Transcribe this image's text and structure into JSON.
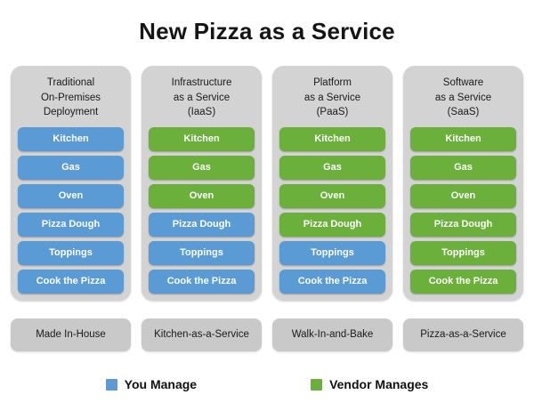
{
  "title": "New Pizza as a Service",
  "colors": {
    "you_manage": "#5b9bd5",
    "vendor_manages": "#6cb03c",
    "panel_background": "#d3d3d3",
    "footer_background": "#c9c9c9",
    "page_background": "#ffffff",
    "text": "#1a1a1a"
  },
  "columns": [
    {
      "title_lines": [
        "Traditional",
        "On-Premises",
        "Deployment"
      ],
      "items": [
        {
          "label": "Kitchen",
          "owner": "blue"
        },
        {
          "label": "Gas",
          "owner": "blue"
        },
        {
          "label": "Oven",
          "owner": "blue"
        },
        {
          "label": "Pizza Dough",
          "owner": "blue"
        },
        {
          "label": "Toppings",
          "owner": "blue"
        },
        {
          "label": "Cook the Pizza",
          "owner": "blue"
        }
      ],
      "footer": "Made In-House"
    },
    {
      "title_lines": [
        "Infrastructure",
        "as a Service",
        "(IaaS)"
      ],
      "items": [
        {
          "label": "Kitchen",
          "owner": "green"
        },
        {
          "label": "Gas",
          "owner": "green"
        },
        {
          "label": "Oven",
          "owner": "green"
        },
        {
          "label": "Pizza Dough",
          "owner": "blue"
        },
        {
          "label": "Toppings",
          "owner": "blue"
        },
        {
          "label": "Cook the Pizza",
          "owner": "blue"
        }
      ],
      "footer": "Kitchen-as-a-Service"
    },
    {
      "title_lines": [
        "Platform",
        "as a Service",
        "(PaaS)"
      ],
      "items": [
        {
          "label": "Kitchen",
          "owner": "green"
        },
        {
          "label": "Gas",
          "owner": "green"
        },
        {
          "label": "Oven",
          "owner": "green"
        },
        {
          "label": "Pizza Dough",
          "owner": "green"
        },
        {
          "label": "Toppings",
          "owner": "blue"
        },
        {
          "label": "Cook the Pizza",
          "owner": "blue"
        }
      ],
      "footer": "Walk-In-and-Bake"
    },
    {
      "title_lines": [
        "Software",
        "as a Service",
        "(SaaS)"
      ],
      "items": [
        {
          "label": "Kitchen",
          "owner": "green"
        },
        {
          "label": "Gas",
          "owner": "green"
        },
        {
          "label": "Oven",
          "owner": "green"
        },
        {
          "label": "Pizza Dough",
          "owner": "green"
        },
        {
          "label": "Toppings",
          "owner": "green"
        },
        {
          "label": "Cook the Pizza",
          "owner": "green"
        }
      ],
      "footer": "Pizza-as-a-Service"
    }
  ],
  "legend": [
    {
      "swatch": "blue",
      "label": "You Manage"
    },
    {
      "swatch": "green",
      "label": "Vendor Manages"
    }
  ]
}
